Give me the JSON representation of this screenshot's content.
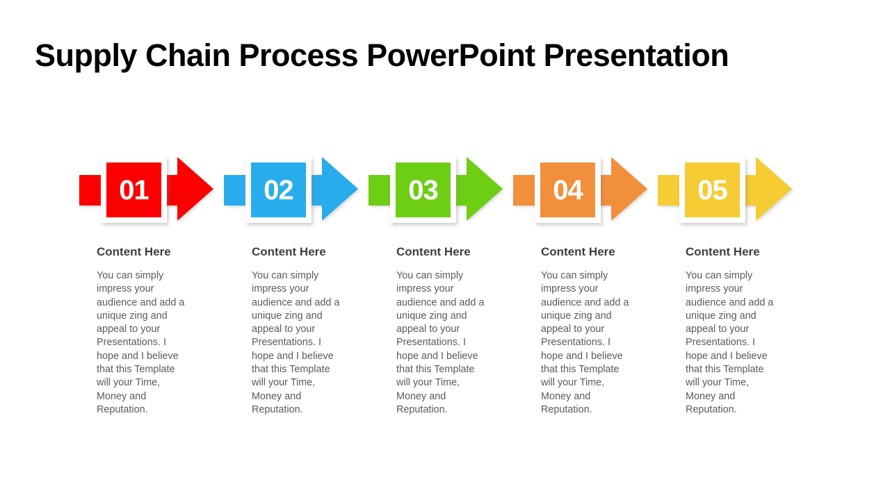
{
  "slide": {
    "title": "Supply Chain Process PowerPoint Presentation",
    "background_color": "#FFFFFF"
  },
  "steps": [
    {
      "number": "01",
      "color": "#FA0000",
      "heading": "Content Here",
      "body": "You can simply impress your audience and add a unique zing and appeal to your Presentations. I hope and I believe that this Template will your Time, Money and Reputation."
    },
    {
      "number": "02",
      "color": "#29ACEB",
      "heading": "Content Here",
      "body": "You can simply impress your audience and add a unique zing and appeal to your Presentations. I hope and I believe that this Template will your Time, Money and Reputation."
    },
    {
      "number": "03",
      "color": "#6DCE14",
      "heading": "Content Here",
      "body": "You can simply impress your audience and add a unique zing and appeal to your Presentations. I hope and I believe that this Template will your Time, Money and Reputation."
    },
    {
      "number": "04",
      "color": "#F28F3B",
      "heading": "Content Here",
      "body": "You can simply impress your audience and add a unique zing and appeal to your Presentations. I hope and I believe that this Template will your Time, Money and Reputation."
    },
    {
      "number": "05",
      "color": "#F6CC35",
      "heading": "Content Here",
      "body": "You can simply impress your audience and add a unique zing and appeal to your Presentations. I hope and I believe that this Template will your Time, Money and Reputation."
    }
  ],
  "layout": {
    "arrow_left_positions": [
      105,
      313,
      521,
      729,
      937
    ],
    "text_left_positions": [
      139,
      362,
      570,
      778,
      986
    ],
    "heading_color": "#3F3F3F",
    "body_color": "#5A5A5A",
    "number_color": "#FFFFFF"
  }
}
